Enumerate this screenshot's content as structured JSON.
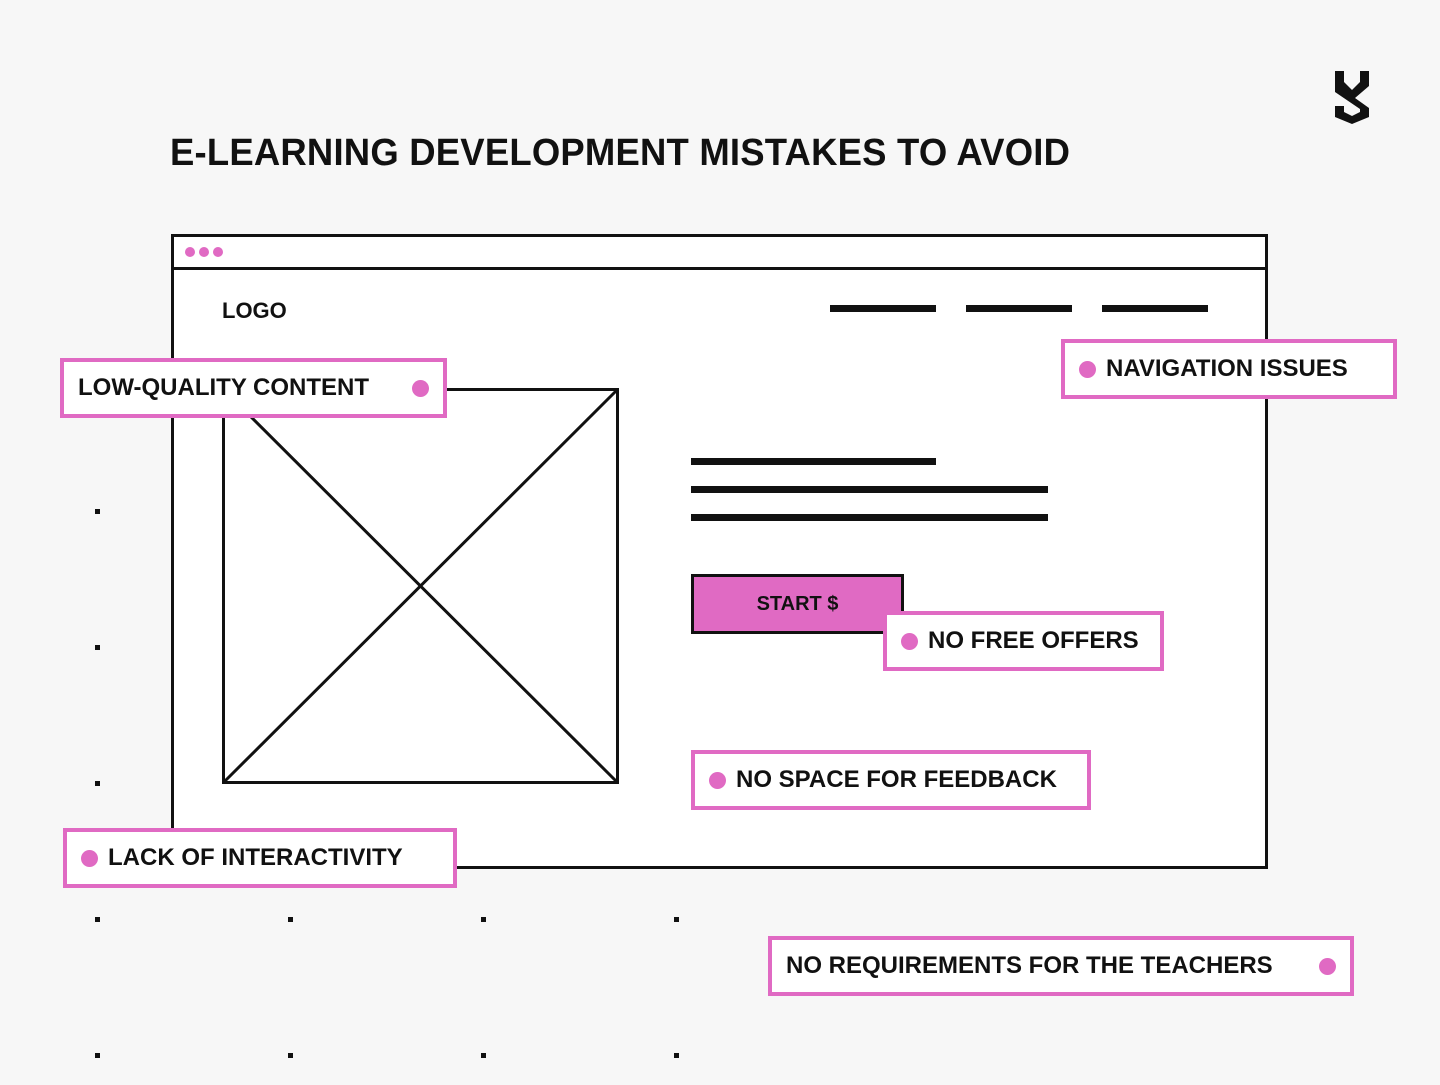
{
  "title": "E-LEARNING DEVELOPMENT MISTAKES TO AVOID",
  "colors": {
    "accent": "#e06ac3",
    "ink": "#111111",
    "background": "#f7f7f7",
    "panel": "#ffffff"
  },
  "brand": {
    "icon": "shield-s-logo-icon"
  },
  "mockup": {
    "window_dots_icon": "window-controls-icon",
    "logo_text": "LOGO",
    "nav_icon": "navigation-placeholder-lines",
    "image_icon": "image-placeholder-icon",
    "cta_label": "START $"
  },
  "callouts": {
    "low_quality_content": "LOW-QUALITY CONTENT",
    "navigation_issues": "NAVIGATION ISSUES",
    "no_free_offers": "NO FREE OFFERS",
    "no_space_for_feedback": "NO SPACE FOR FEEDBACK",
    "lack_of_interactivity": "LACK OF INTERACTIVITY",
    "no_requirements_for_the_teachers": "NO REQUIREMENTS FOR THE TEACHERS"
  }
}
